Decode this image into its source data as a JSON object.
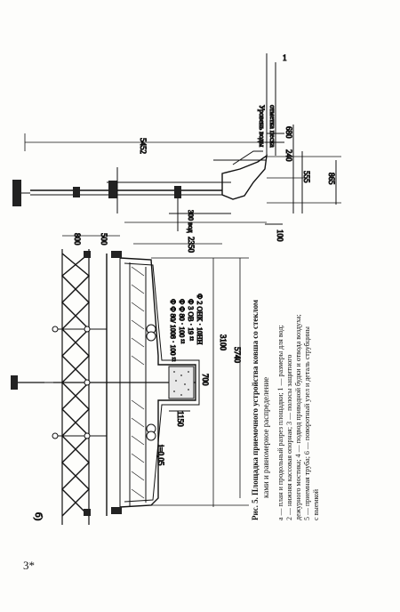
{
  "page": {
    "number": "3*"
  },
  "panel_label": "б)",
  "caption": {
    "title_line1": "Рис. 5. Площадка приемочного устройства ковша со стеклом",
    "title_line2": "ками и равномерное распределение",
    "legend_line1": "а — план и продольный разрез площадки; 1 — размеры для вод;",
    "legend_line2": "2 — нижняя кассовая опорная; 3 — полосы защитного",
    "legend_line3": "дежурного мостика; 4 — подвод приводной будки и отвода воздуха;",
    "legend_line4": "5 — приемная труба; 6 — поворотный узел и деталь струбцины",
    "legend_line5": "с выемкой"
  },
  "top_view": {
    "dim_total": "5452",
    "dim_680": "680",
    "dim_240": "240",
    "dim_555": "555",
    "dim_865": "865",
    "dim_300": "300 вод",
    "dim_2350": "2350",
    "dim_100": "100",
    "label_water": "Уровень воды",
    "label_mark": "отметка песка",
    "label_1": "1"
  },
  "main_view": {
    "dim_800": "800",
    "dim_500": "500",
    "dim_3100": "3100",
    "dim_5740": "5740",
    "dim_700": "700",
    "dim_1150": "1150",
    "dim_slope": "i=0,05",
    "notes": [
      "Ф 2 ОНК · 10НН",
      "Ф 3 ОВ · 19 ¹²",
      "Ф Ф 80 · 100 ¹²",
      "Ф Ф 80/ 1008 · 100 ¹²"
    ]
  }
}
